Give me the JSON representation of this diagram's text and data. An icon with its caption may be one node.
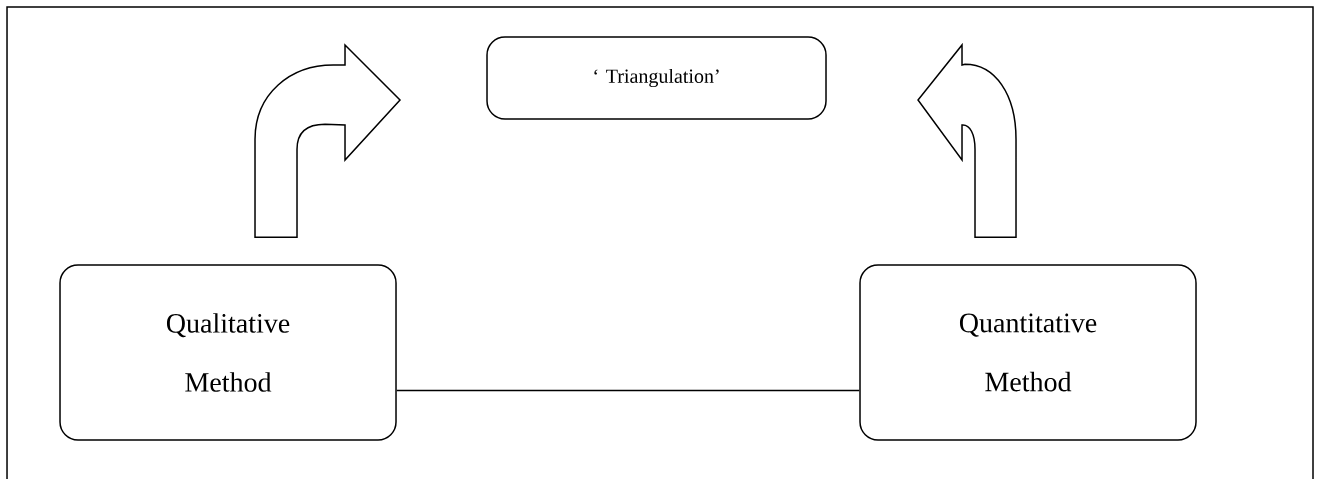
{
  "diagram": {
    "nodes": [
      {
        "text": [
          "‘ Triangulation’"
        ]
      },
      {
        "text": [
          "Qualitative Method"
        ]
      },
      {
        "text": [
          "Quantitative Method"
        ]
      }
    ],
    "edges": [
      {
        "from": 1,
        "to": 2,
        "arrow": "none"
      },
      {
        "from": 1,
        "to": 0,
        "arrow": "to"
      },
      {
        "from": 2,
        "to": 0,
        "arrow": "to"
      }
    ]
  }
}
